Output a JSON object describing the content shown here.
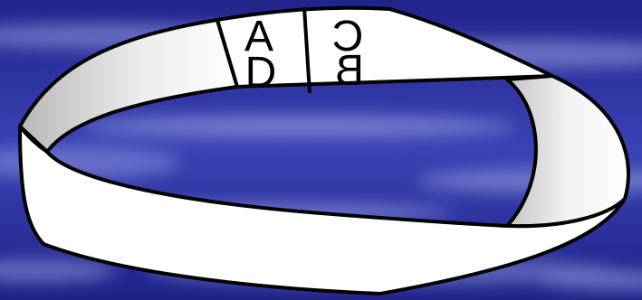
{
  "background": {
    "base_color": "#2a2f9a",
    "streak_color": "#9ea6e6"
  },
  "strip": {
    "fill": "#ffffff",
    "shade": "#cfcfcf",
    "outline": "#000000"
  },
  "labels": {
    "a": "A",
    "d": "D",
    "c": "C",
    "b": "B"
  }
}
